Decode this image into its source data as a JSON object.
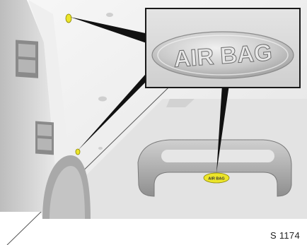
{
  "figure": {
    "code": "S 1174",
    "inset_label": "AIR BAG",
    "handle_label": "AIR BAG"
  },
  "colors": {
    "marker": "#ece52a",
    "leader": "#111111",
    "panel": "#d9d9d9",
    "badge": "#c7c7c7"
  }
}
